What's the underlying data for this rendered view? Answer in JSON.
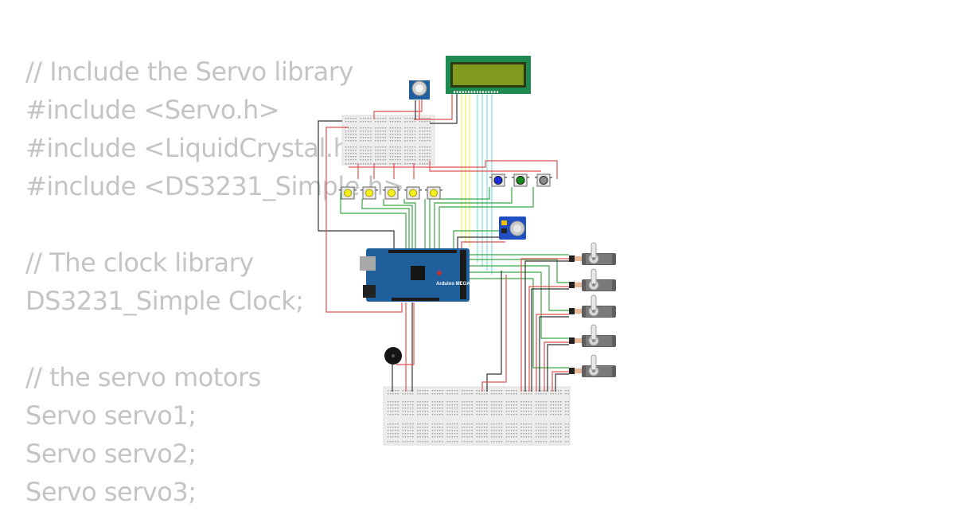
{
  "code_lines": [
    "// Include the Servo library",
    "#include <Servo.h>",
    "#include <LiquidCrystal.h>",
    "#include <DS3231_Simple.h>",
    "",
    "// The clock library",
    "DS3231_Simple Clock;",
    "",
    "// the servo motors",
    "Servo servo1;",
    "Servo servo2;",
    "Servo servo3;"
  ],
  "board": {
    "name": "Arduino MEGA",
    "color": "#1f5f9c"
  },
  "lcd": {
    "color": "#1e8a50",
    "screen_color": "#7f9a1c"
  },
  "pushbuttons": {
    "yellow_count": 5,
    "colors": [
      "#1c2de0",
      "#138a1e",
      "#8c8c8c"
    ]
  },
  "servo_count": 5,
  "colors": {
    "code_text": "#c4c4c4",
    "wire_red": "#e05050",
    "wire_green": "#3aa845",
    "wire_black": "#333333",
    "wire_yellow": "#f0f060",
    "wire_cyan": "#7fe0e8",
    "breadboard": "#ececec"
  }
}
